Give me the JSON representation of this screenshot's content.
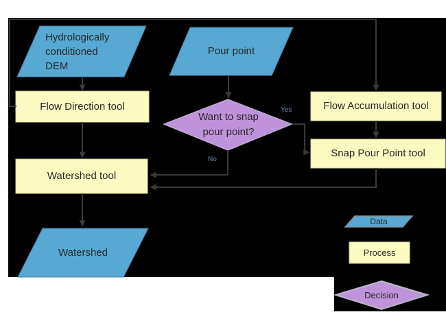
{
  "diagram": {
    "kind": "flowchart",
    "nodes": {
      "dem": {
        "label": "Hydrologically conditioned DEM",
        "type": "data"
      },
      "pour_point": {
        "label": "Pour point",
        "type": "data"
      },
      "flow_direction": {
        "label": "Flow Direction tool",
        "type": "process"
      },
      "flow_accumulation": {
        "label": "Flow Accumulation tool",
        "type": "process"
      },
      "snap_decision": {
        "label": "Want to snap pour point?",
        "type": "decision"
      },
      "snap_pour_point": {
        "label": "Snap Pour Point tool",
        "type": "process"
      },
      "watershed_tool": {
        "label": "Watershed tool",
        "type": "process"
      },
      "watershed": {
        "label": "Watershed",
        "type": "data"
      }
    },
    "edge_labels": {
      "yes": "Yes",
      "no": "No"
    },
    "edges": [
      "dem -> flow_direction",
      "flow_direction -> watershed_tool",
      "flow_direction -> flow_accumulation",
      "pour_point -> snap_decision",
      "snap_decision -Yes-> snap_pour_point",
      "snap_decision -No-> watershed_tool",
      "flow_accumulation -> snap_pour_point",
      "snap_pour_point -> watershed_tool",
      "watershed_tool -> watershed"
    ]
  },
  "legend": {
    "data": "Data",
    "process": "Process",
    "decision": "Decision"
  },
  "colors": {
    "background": "#000000",
    "page": "#FFFFFF",
    "data_fill": "#57A9D4",
    "process_fill": "#FBFBC2",
    "decision_fill": "#BE93DB",
    "connector": "#3A3A3A",
    "node_text": "#262626",
    "edge_label_text": "#6F86A6"
  }
}
